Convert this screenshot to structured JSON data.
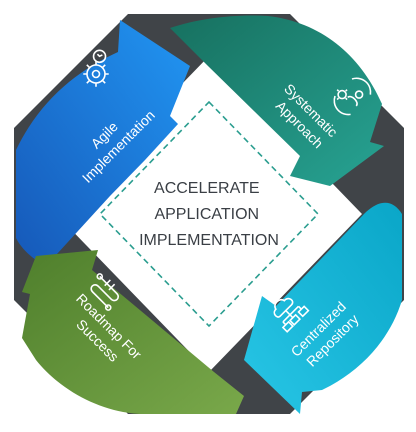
{
  "center": {
    "lines": [
      "ACCELERATE",
      "APPLICATION",
      "IMPLEMENTATION"
    ]
  },
  "segments": [
    {
      "id": "agile",
      "lines": [
        "Agile",
        "Implementation"
      ],
      "icon": "gear-clock-icon",
      "color": "#1c6fd6"
    },
    {
      "id": "systematic",
      "lines": [
        "Systematic",
        "Approach"
      ],
      "icon": "person-cycle-icon",
      "color": "#1e8f80"
    },
    {
      "id": "repository",
      "lines": [
        "Centralized",
        "Repository"
      ],
      "icon": "cloud-server-icon",
      "color": "#1ab3cf"
    },
    {
      "id": "roadmap",
      "lines": [
        "Roadmap For",
        "Success"
      ],
      "icon": "road-route-icon",
      "color": "#5f8f3a"
    }
  ],
  "colors": {
    "ring": "#404448",
    "center": "#ffffff",
    "dash": "#2a9d8f",
    "center_text": "#3a3f45"
  }
}
